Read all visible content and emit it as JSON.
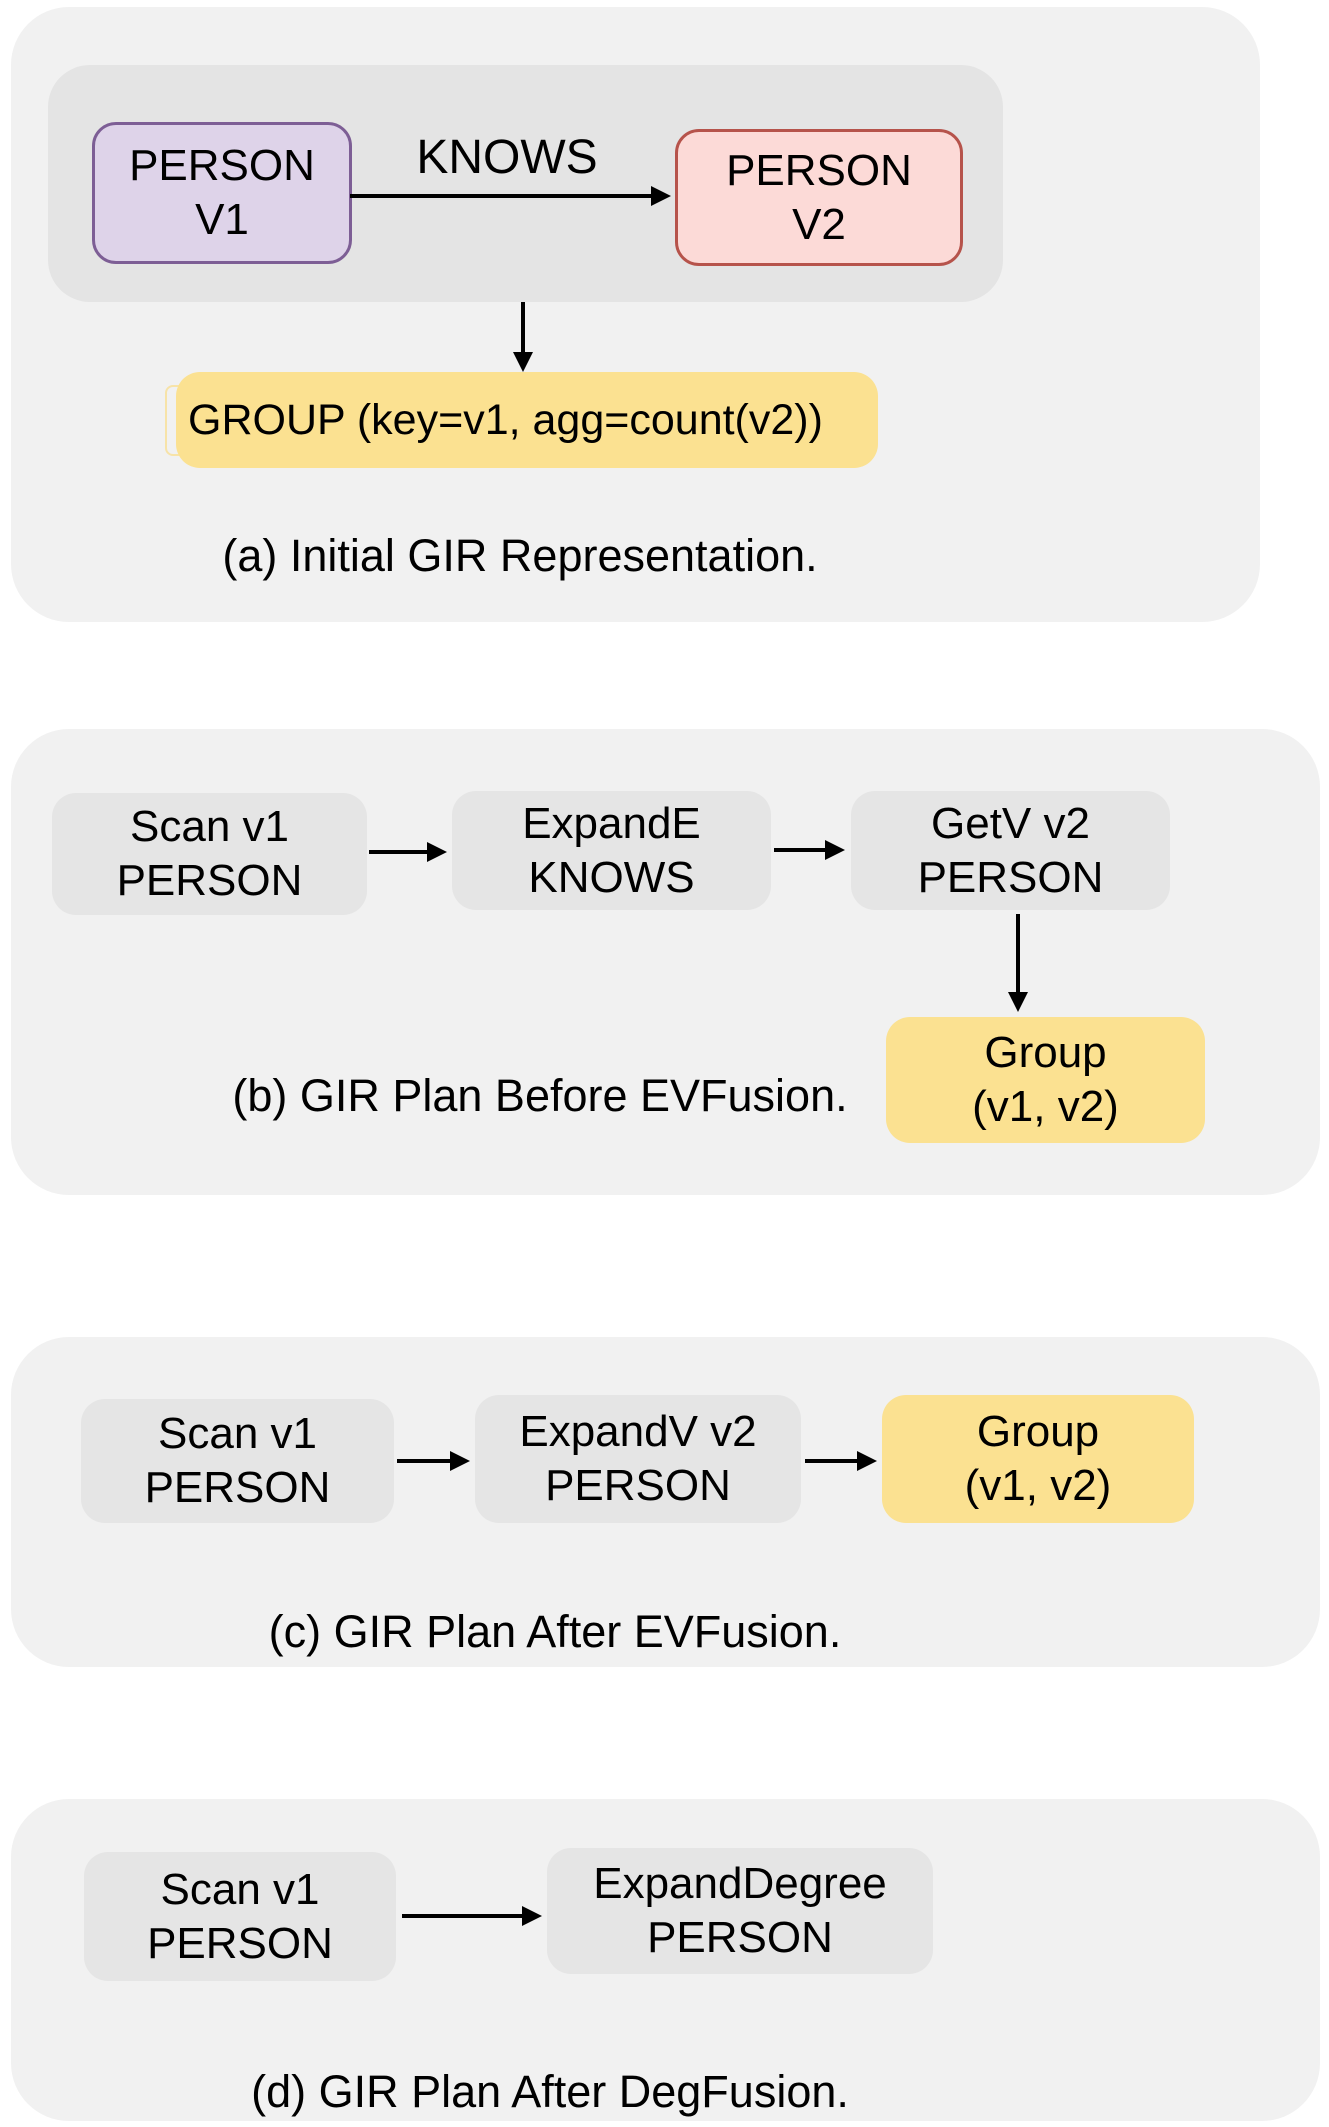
{
  "colors": {
    "page_bg": "#ffffff",
    "panel_bg": "#f1f1f1",
    "inner_bg": "#e4e4e4",
    "node_bg": "#e5e5e5",
    "yellow_fill": "#fbe191",
    "purple_fill": "#ded3e9",
    "purple_border": "#7d5e95",
    "pink_fill": "#fcdad7",
    "pink_border": "#b6534b",
    "ghost_border": "#f7e3a8",
    "arrow_color": "#000000",
    "text_color": "#000000"
  },
  "panels": {
    "a": {
      "caption": "(a) Initial GIR Representation.",
      "person_v1": "PERSON\nV1",
      "edge_label": "KNOWS",
      "person_v2": "PERSON\nV2",
      "group_label": "GROUP (key=v1, agg=count(v2))"
    },
    "b": {
      "caption": "(b) GIR Plan Before EVFusion.",
      "scan": "Scan v1\nPERSON",
      "expand_e": "ExpandE\nKNOWS",
      "get_v": "GetV v2\nPERSON",
      "group": "Group\n(v1, v2)"
    },
    "c": {
      "caption": "(c) GIR Plan After EVFusion.",
      "scan": "Scan v1\nPERSON",
      "expand_v": "ExpandV v2\nPERSON",
      "group": "Group\n(v1, v2)"
    },
    "d": {
      "caption": "(d) GIR Plan After DegFusion.",
      "scan": "Scan v1\nPERSON",
      "expand_degree": "ExpandDegree\nPERSON"
    }
  }
}
